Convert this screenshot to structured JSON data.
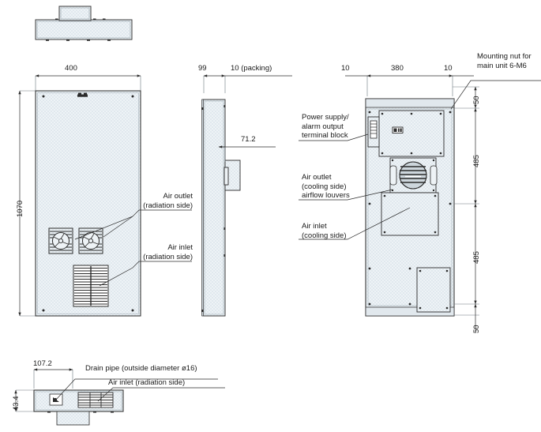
{
  "drawing": {
    "title": "Panel cooling unit outline dimension drawing",
    "units": "mm",
    "line_color": "#3a3a3a",
    "fill_color": "#e9eff3",
    "dim_color": "#2b2b2b"
  },
  "views": {
    "top": {
      "name": "top-view"
    },
    "front": {
      "name": "front-view"
    },
    "side": {
      "name": "side-view"
    },
    "rear": {
      "name": "rear-view"
    },
    "bottom": {
      "name": "bottom-view"
    }
  },
  "dimensions": {
    "front_width": "400",
    "front_height": "1070",
    "side_depth": "99",
    "side_packing": "10 (packing)",
    "side_projection": "71.2",
    "rear_left_margin": "10",
    "rear_width": "380",
    "rear_right_margin": "10",
    "rear_top_offset": "50",
    "rear_mid_upper": "485",
    "rear_mid_lower": "485",
    "rear_bottom_offset": "50",
    "bottom_drain_offset": "107.2",
    "bottom_depth": "43.4"
  },
  "callouts": {
    "air_outlet_radiation": "Air outlet\n(radiation side)",
    "air_inlet_radiation": "Air inlet\n(radiation side)",
    "power_supply_terminal": "Power supply/\nalarm output\nterminal block",
    "air_outlet_cooling_louvers": "Air outlet\n(cooling side)\nairflow louvers",
    "air_inlet_cooling": "Air inlet\n(cooling side)",
    "mounting_nut": "Mounting nut for\nmain unit 6-M6",
    "drain_pipe": "Drain pipe (outside diameter ø16)",
    "air_inlet_radiation_bottom": "Air inlet (radiation side)"
  }
}
